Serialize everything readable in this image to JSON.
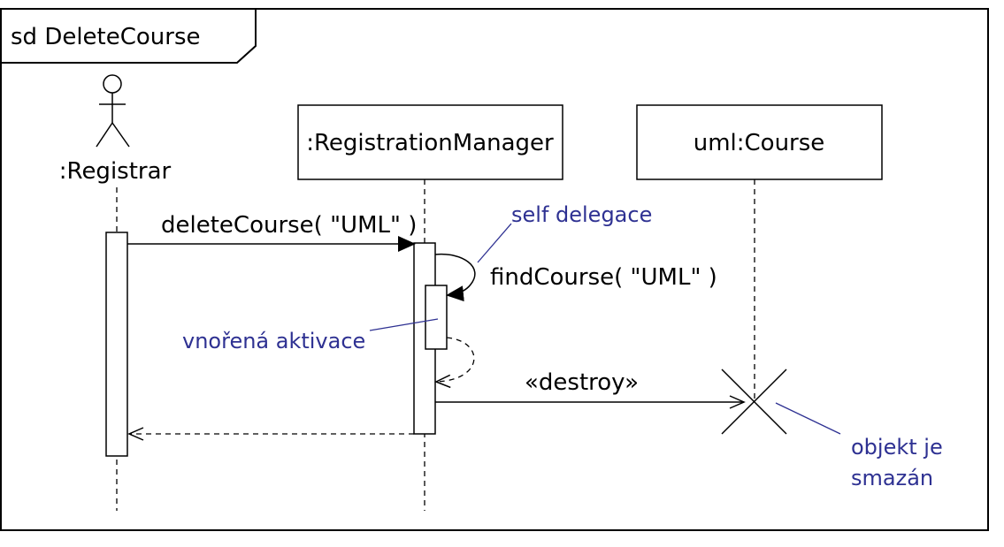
{
  "frame": {
    "title": "sd DeleteCourse"
  },
  "participants": [
    {
      "name": ":Registrar",
      "kind": "actor"
    },
    {
      "name": ":RegistrationManager",
      "kind": "object"
    },
    {
      "name": "uml:Course",
      "kind": "object"
    }
  ],
  "messages": [
    {
      "label": "deleteCourse( \"UML\" )",
      "from": ":Registrar",
      "to": ":RegistrationManager",
      "type": "synchronous"
    },
    {
      "label": "findCourse( \"UML\" )",
      "from": ":RegistrationManager",
      "to": ":RegistrationManager",
      "type": "synchronous-self"
    },
    {
      "label": "",
      "from": ":RegistrationManager",
      "to": ":RegistrationManager",
      "type": "return-self"
    },
    {
      "label": "«destroy»",
      "from": ":RegistrationManager",
      "to": "uml:Course",
      "type": "create-destroy"
    },
    {
      "label": "",
      "from": ":RegistrationManager",
      "to": ":Registrar",
      "type": "return"
    }
  ],
  "annotations": {
    "self_delegation": "self delegace",
    "nested_activation": "vnořená aktivace",
    "deleted_line1": "objekt je",
    "deleted_line2": "smazán"
  },
  "colors": {
    "line": "#000000",
    "annotation_text": "#2e3192",
    "annotation_line": "#2e3192",
    "background": "#ffffff"
  }
}
